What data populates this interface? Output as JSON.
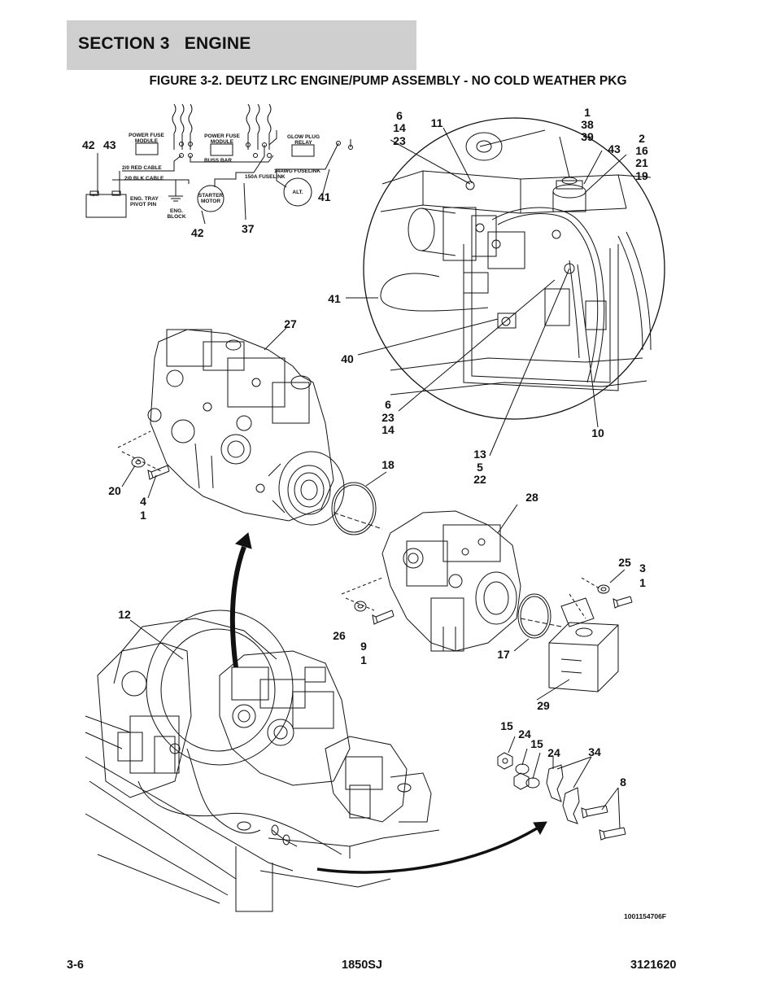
{
  "section": {
    "title": "SECTION 3   ENGINE"
  },
  "figure": {
    "title": "FIGURE 3-2. DEUTZ LRC ENGINE/PUMP ASSEMBLY - NO COLD WEATHER PKG"
  },
  "wiring": {
    "labels": {
      "power_fuse_module_1": [
        "POWER FUSE",
        "MODULE"
      ],
      "power_fuse_module_2": [
        "POWER FUSE",
        "MODULE"
      ],
      "glow_plug_relay": [
        "GLOW PLUG",
        "RELAY"
      ],
      "buss_bar": "BUSS BAR",
      "red_cable": "2/0 RED CABLE",
      "blk_cable": "2/0 BLK CABLE",
      "fuselink_14": "14AWG FUSELINK",
      "fuselink_150": "150A FUSELINK",
      "eng_tray": [
        "ENG. TRAY",
        "PIVOT PIN"
      ],
      "eng_block": [
        "ENG.",
        "BLOCK"
      ],
      "starter_motor": [
        "STARTER",
        "MOTOR"
      ],
      "alt": "ALT."
    },
    "callouts": {
      "c42a": "42",
      "c43a": "43",
      "c42b": "42",
      "c37": "37",
      "c41": "41"
    }
  },
  "callouts": {
    "c6a": [
      "6",
      "14",
      "23"
    ],
    "c11": "11",
    "c1a": [
      "1",
      "38",
      "39"
    ],
    "c2": [
      "2",
      "16",
      "21",
      "19"
    ],
    "c43b": "43",
    "c41b": "41",
    "c40": "40",
    "c6b": [
      "6",
      "23",
      "14"
    ],
    "c10": "10",
    "c13": [
      "13",
      "5",
      "22"
    ],
    "c27": "27",
    "c18": "18",
    "c20": "20",
    "c4": [
      "4",
      "1"
    ],
    "c28": "28",
    "c25": "25",
    "c3": [
      "3",
      "1"
    ],
    "c12": "12",
    "c26": "26",
    "c9": [
      "9",
      "1"
    ],
    "c17": "17",
    "c29": "29",
    "c15a": "15",
    "c24a": "24",
    "c15b": "15",
    "c24b": "24",
    "c34": "34",
    "c8": "8"
  },
  "drawing_number": "1001154706F",
  "footer": {
    "page": "3-6",
    "model": "1850SJ",
    "manual": "3121620"
  }
}
